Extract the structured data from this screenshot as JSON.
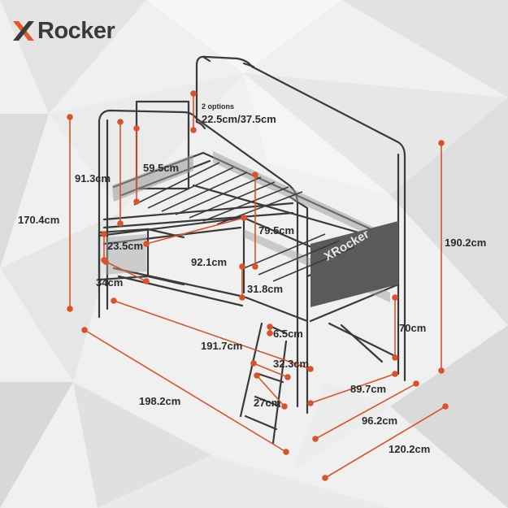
{
  "brand": {
    "mark": "X",
    "name": "Rocker",
    "accent_color": "#e2572b",
    "text_color": "#3a3a3a"
  },
  "panel_brand": {
    "text": "XRocker"
  },
  "dimension_color": "#d9532a",
  "frame_color": "#3a3a3a",
  "labels": {
    "options_note": "2 options",
    "headboard_height_options": "22.5cm/37.5cm",
    "rail_height": "91.3cm",
    "side_panel_width": "59.5cm",
    "total_height": "170.4cm",
    "under_bed_height": "79.5cm",
    "overall_height": "190.2cm",
    "drawer_height": "23.5cm",
    "bed_length": "92.1cm",
    "drawer_depth": "34cm",
    "ladder_gap": "31.8cm",
    "step_depth": "6.5cm",
    "leg_height": "70cm",
    "mattress_length": "191.7cm",
    "ladder_width": "32.3cm",
    "frame_width": "89.7cm",
    "overall_length": "198.2cm",
    "step_spacing": "27cm",
    "overall_width": "96.2cm",
    "total_width": "120.2cm"
  }
}
